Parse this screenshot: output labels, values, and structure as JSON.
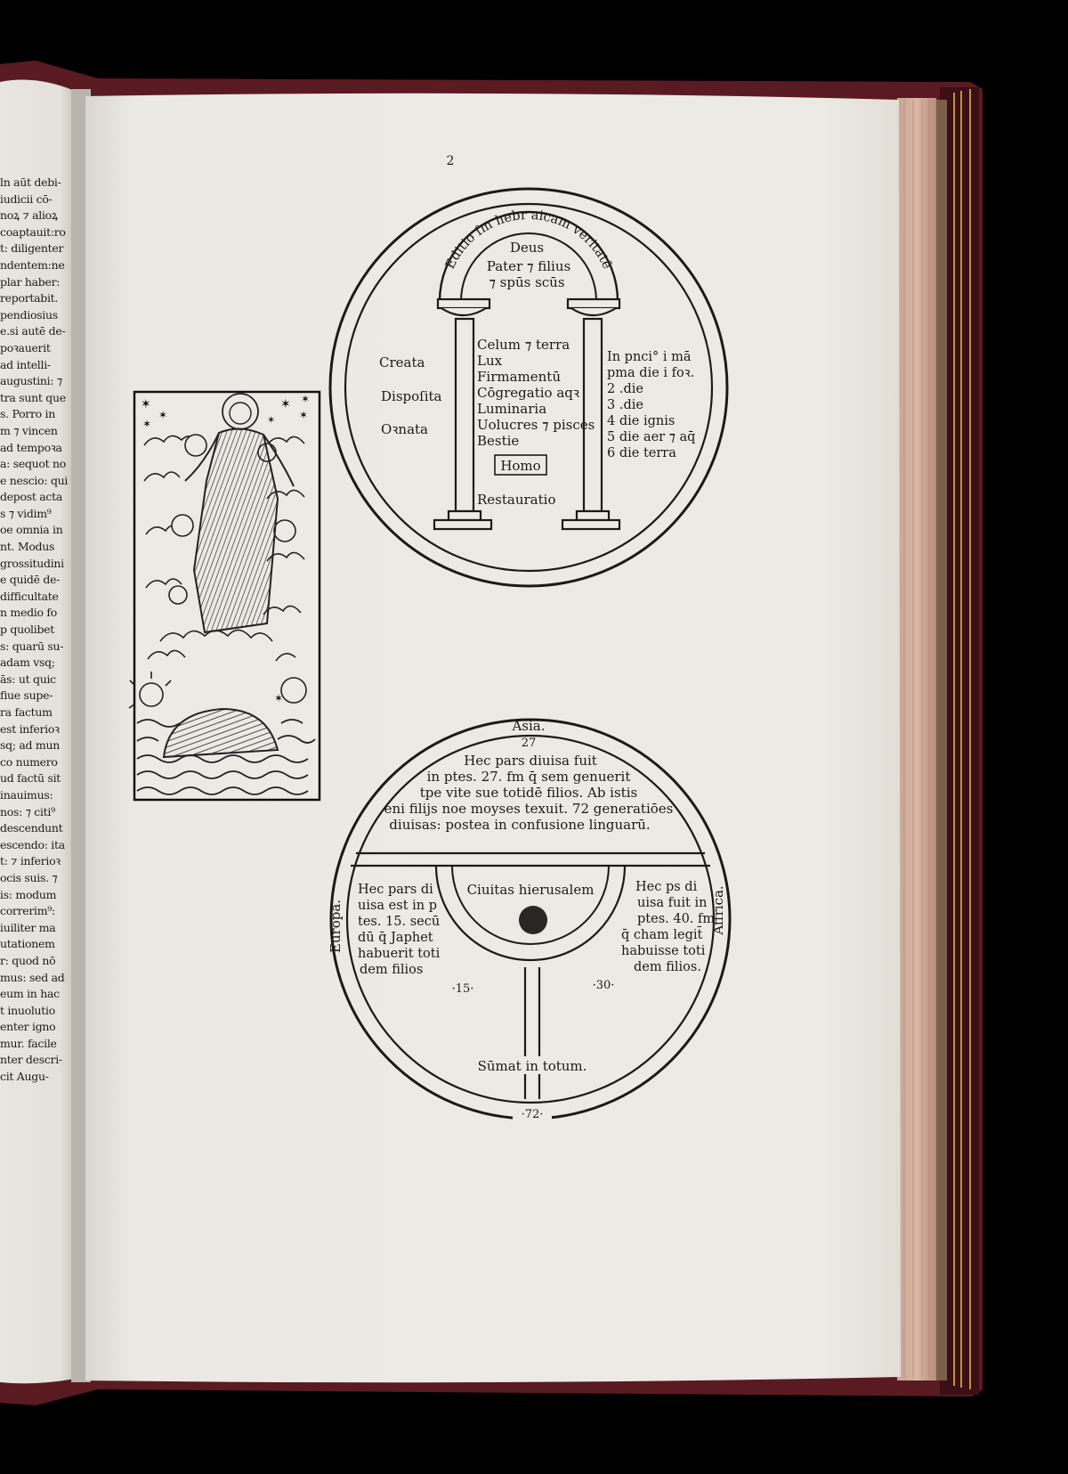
{
  "page_number": "2",
  "left_page_lines": [
    "ln aūt debi-",
    "iudicii cō-",
    "noꝝ ⁊ alioꝝ",
    "coaptauit:ro",
    "t: diligenter",
    "ndentem:ne",
    "plar haber:",
    "reportabit.",
    "pendiosius",
    "e.si autē de-",
    "poꝛauerit",
    "ad intelli-",
    "augustini: ⁊",
    "tra sunt que",
    "s. Porro in",
    "m ⁊ vincen",
    "ad tempoꝛa",
    "a: sequot no",
    "e nescio: qui",
    "depost acta",
    "s ⁊ vidim⁹",
    "oe omnia in",
    "nt. Modus",
    "grossitudini",
    "e quidē de-",
    "difficultate",
    "n medio fo",
    "p quolibet",
    "s: quarū su-",
    "adam vsq;",
    "ās: ut quic",
    "fiue supe-",
    "ra factum",
    "est inferioꝛ",
    "sq; ad mun",
    "co numero",
    "ud factū sit",
    "inauimus:",
    "nos: ⁊ citi⁹",
    "descendunt",
    "escendo: ita",
    "t: ⁊ inferioꝛ",
    "ocis suis. ⁊",
    "is: modum",
    "correrim⁹:",
    "iuiliter ma",
    "utationem",
    "r: quod nō",
    "mus: sed ad",
    "eum in hac",
    "t inuolutio",
    "enter igno",
    "mur. facile",
    "nter descri-",
    "cit Augu-"
  ],
  "creation_diagram": {
    "arch_text": "Editio fm hebr aicam veritatē",
    "deus": "Deus",
    "trinity_line1": "Pater ⁊ filius",
    "trinity_line2": "⁊ spūs scūs",
    "left_labels": [
      "Creata",
      "Dispoſita",
      "Oꝛnata"
    ],
    "center_items": [
      "Celum ⁊ terra",
      "Lux",
      "Firmamentū",
      "Cōgregatio aqꝛ",
      "Luminaria",
      "Uolucres ⁊ pisces",
      "Bestie"
    ],
    "homo": "Homo",
    "restauratio": "Restauratio",
    "right_line1": "In pnci° i mā",
    "right_line2": "pma die i foꝛ.",
    "days": [
      "2 .die",
      "3 .die",
      "4 die ignis",
      "5 die aer ⁊ aq̄",
      "6 die terra"
    ]
  },
  "world_map": {
    "asia_label": "Asia.",
    "asia_number": "27",
    "asia_text": [
      "Hec pars diuisa fuit",
      "in ptes. 27. fm q̄ sem genuerit",
      "tpe vite sue totidē filios. Ab istis",
      "eni filijs noe moyses texuit. 72 generatiōes",
      "diuisas: postea in confusione linguarū."
    ],
    "jerusalem": "Ciuitas hierusalem",
    "europa_label": "Europa.",
    "affrica_label": "Affrica.",
    "europa_text": [
      "Hec pars di",
      "uisa est in p",
      "tes. 15. secū",
      "dū q̄ Japhet",
      "habuerit toti",
      "dem filios"
    ],
    "affrica_text": [
      "Hec ps di",
      "uisa fuit in",
      "ptes. 40. fm",
      "q̄ cham legit̄",
      "habuisse toti",
      "dem filios."
    ],
    "europa_number": "·15·",
    "affrica_number": "·30·",
    "sum_text": "Sūmat in totum.",
    "total_number": "·72·"
  }
}
